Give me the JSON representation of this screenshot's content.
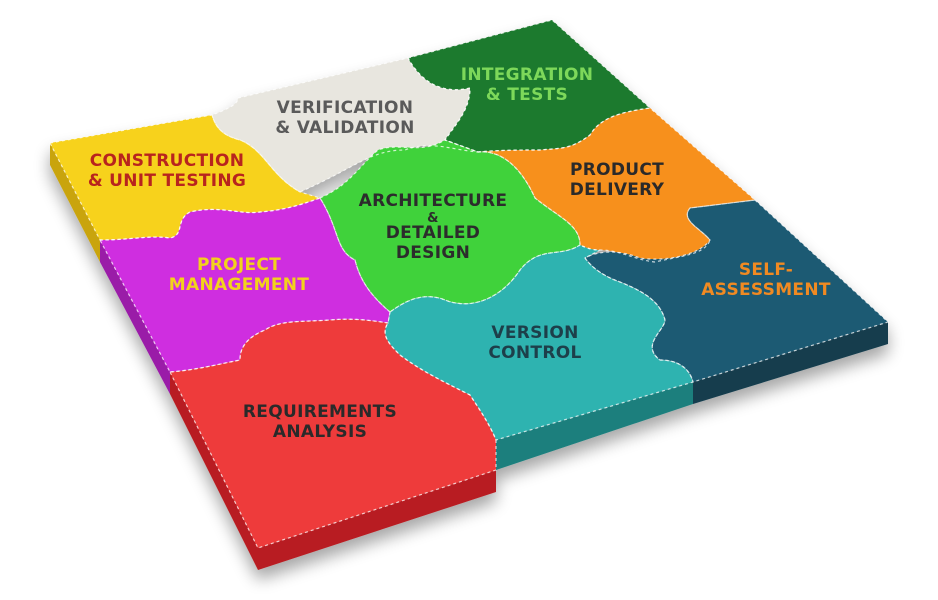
{
  "pieces": [
    {
      "id": "verification",
      "lines": [
        "VERIFICATION",
        "& VALIDATION"
      ],
      "top": "#e8e6df",
      "side": "#b9b6ab",
      "text": "#5a5a5a"
    },
    {
      "id": "integration",
      "lines": [
        "INTEGRATION",
        "& TESTS"
      ],
      "top": "#1c7a2d",
      "side": "#0f4f1a",
      "text": "#7dd85a"
    },
    {
      "id": "construction",
      "lines": [
        "CONSTRUCTION",
        "& UNIT TESTING"
      ],
      "top": "#f7d21a",
      "side": "#c9a40c",
      "text": "#b8241e"
    },
    {
      "id": "architecture",
      "lines": [
        "ARCHITECTURE",
        "&",
        "DETAILED",
        "DESIGN"
      ],
      "top": "#3fd23a",
      "side": "#25962a",
      "text": "#2c2c2c"
    },
    {
      "id": "product",
      "lines": [
        "PRODUCT",
        "DELIVERY"
      ],
      "top": "#f7901e",
      "side": "#c5670a",
      "text": "#2a2a2a"
    },
    {
      "id": "project",
      "lines": [
        "PROJECT",
        "MANAGEMENT"
      ],
      "top": "#cf2fe0",
      "side": "#9a1aa8",
      "text": "#f2d21c"
    },
    {
      "id": "self",
      "lines": [
        "SELF-",
        "ASSESSMENT"
      ],
      "top": "#1f5a73",
      "side": "#123c4e",
      "text": "#f08a22"
    },
    {
      "id": "version",
      "lines": [
        "VERSION",
        "CONTROL"
      ],
      "top": "#2fb3b0",
      "side": "#1d7f7d",
      "text": "#1d3f4a"
    },
    {
      "id": "requirements",
      "lines": [
        "REQUIREMENTS",
        "ANALYSIS"
      ],
      "top": "#ee3b3b",
      "side": "#b81f22",
      "text": "#2a2a2a"
    }
  ]
}
